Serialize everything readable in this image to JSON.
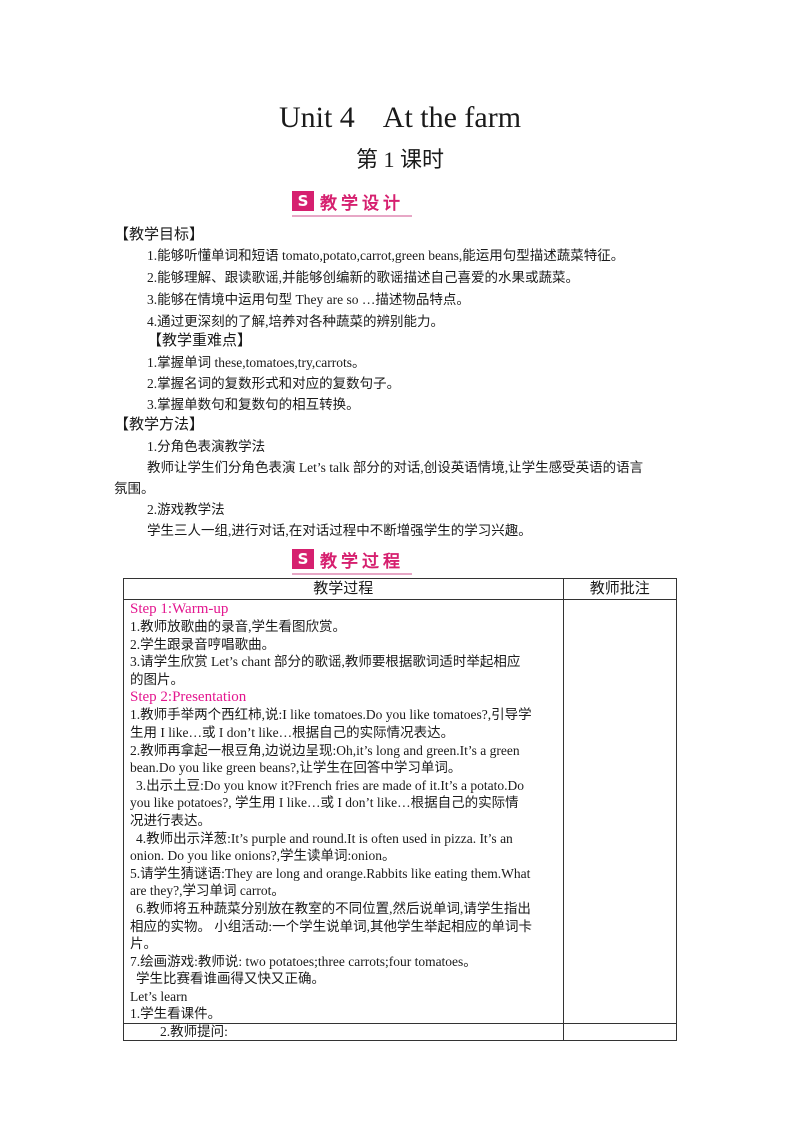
{
  "header": {
    "unit": "Unit 4",
    "title": "At the farm",
    "lesson": "第 1 课时"
  },
  "sections": {
    "design": {
      "badge_icon": "S",
      "label": "教学设计"
    },
    "process": {
      "badge_icon": "S",
      "label": "教学过程"
    }
  },
  "objectives": {
    "heading": "【教学目标】",
    "items": [
      "1.能够听懂单词和短语 tomato,potato,carrot,green beans,能运用句型描述蔬菜特征。",
      "2.能够理解、跟读歌谣,并能够创编新的歌谣描述自己喜爱的水果或蔬菜。",
      "3.能够在情境中运用句型 They are so …描述物品特点。",
      "4.通过更深刻的了解,培养对各种蔬菜的辨别能力。"
    ]
  },
  "key_points": {
    "heading": "【教学重难点】",
    "items": [
      "1.掌握单词 these,tomatoes,try,carrots。",
      "2.掌握名词的复数形式和对应的复数句子。",
      "3.掌握单数句和复数句的相互转换。"
    ]
  },
  "methods": {
    "heading": "【教学方法】",
    "m1_title": "1.分角色表演教学法",
    "m1_desc_line1": "教师让学生们分角色表演 Let’s talk 部分的对话,创设英语情境,让学生感受英语的语言",
    "m1_desc_line2": "氛围。",
    "m2_title": "2.游戏教学法",
    "m2_desc": "学生三人一组,进行对话,在对话过程中不断增强学生的学习兴趣。"
  },
  "table": {
    "col1_header": "教学过程",
    "col2_header": "教师批注",
    "step1": "Step 1:Warm-up",
    "step1_lines": [
      "1.教师放歌曲的录音,学生看图欣赏。",
      "2.学生跟录音哼唱歌曲。",
      "3.请学生欣赏 Let’s chant 部分的歌谣,教师要根据歌词适时举起相应",
      "的图片。"
    ],
    "step2": "Step 2:Presentation",
    "step2_lines": [
      "1.教师手举两个西红柿,说:I like tomatoes.Do you like tomatoes?,引导学",
      "生用 I like…或 I don’t like…根据自己的实际情况表达。",
      "2.教师再拿起一根豆角,边说边呈现:Oh,it’s long and green.It’s a green",
      "bean.Do you like green beans?,让学生在回答中学习单词。",
      "3.出示土豆:Do you know it?French fries are made of it.It’s a potato.Do",
      "you like potatoes?,  学生用 I like…或 I don’t like…根据自己的实际情",
      "况进行表达。",
      "4.教师出示洋葱:It’s purple and round.It is often used in pizza. It’s an",
      "onion. Do you like onions?,学生读单词:onion。",
      "5.请学生猜谜语:They are long and orange.Rabbits like eating them.What",
      "are they?,学习单词 carrot。",
      "6.教师将五种蔬菜分别放在教室的不同位置,然后说单词,请学生指出",
      "相应的实物。 小组活动:一个学生说单词,其他学生举起相应的单词卡",
      "片。",
      "7.绘画游戏:教师说: two potatoes;three carrots;four tomatoes。",
      "学生比赛看谁画得又快又正确。",
      "Let’s learn",
      "1.学生看课件。"
    ],
    "last_row": "2.教师提问:",
    "notes": ""
  },
  "colors": {
    "accent_magenta": "#d6206f",
    "step_magenta": "#e3178f",
    "underline_pink": "#e7a7c6"
  }
}
